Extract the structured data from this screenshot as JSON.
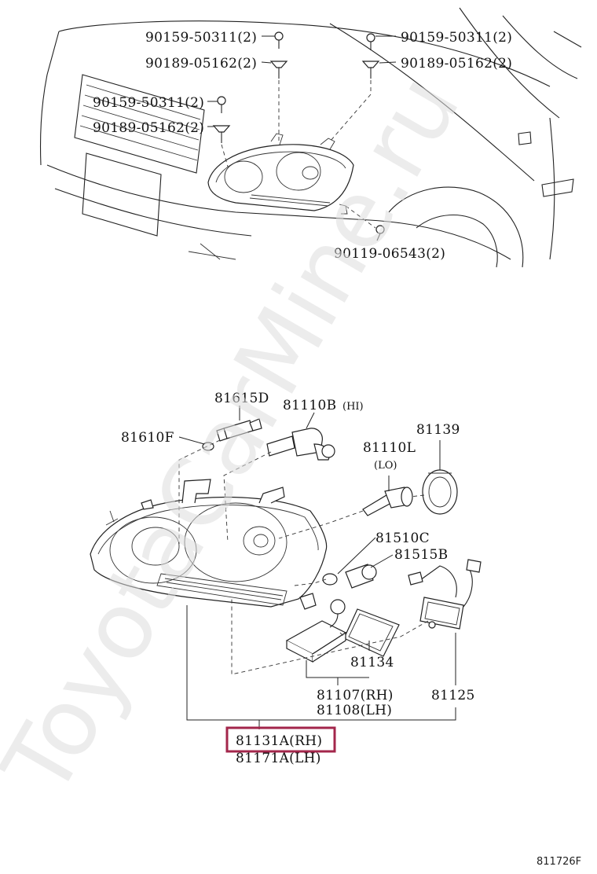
{
  "watermark": "ToyotaCarMine.ru",
  "diagram_ref": "811726F",
  "top_view": {
    "labels": [
      {
        "id": "tl1",
        "text": "90159-50311(2)"
      },
      {
        "id": "tl2",
        "text": "90189-05162(2)"
      },
      {
        "id": "tl3",
        "text": "90159-50311(2)"
      },
      {
        "id": "tl4",
        "text": "90189-05162(2)"
      },
      {
        "id": "tr1",
        "text": "90159-50311(2)"
      },
      {
        "id": "tr2",
        "text": "90189-05162(2)"
      },
      {
        "id": "bot",
        "text": "90119-06543(2)"
      }
    ]
  },
  "exploded_view": {
    "labels": [
      {
        "id": "p81615D",
        "text": "81615D"
      },
      {
        "id": "p81110B",
        "text": "81110B"
      },
      {
        "id": "p81110B_hi",
        "text": "(HI)"
      },
      {
        "id": "p81139",
        "text": "81139"
      },
      {
        "id": "p81610F",
        "text": "81610F"
      },
      {
        "id": "p81110L",
        "text": "81110L"
      },
      {
        "id": "p81110L_lo",
        "text": "(LO)"
      },
      {
        "id": "p81510C",
        "text": "81510C"
      },
      {
        "id": "p81515B",
        "text": "81515B"
      },
      {
        "id": "p81134",
        "text": "81134"
      },
      {
        "id": "p81107",
        "text": "81107(RH)"
      },
      {
        "id": "p81108",
        "text": "81108(LH)"
      },
      {
        "id": "p81125",
        "text": "81125"
      },
      {
        "id": "p81171A",
        "text": "81171A(LH)"
      }
    ],
    "highlighted_part": "81131A(RH)",
    "highlight_color": "#a3264b"
  }
}
